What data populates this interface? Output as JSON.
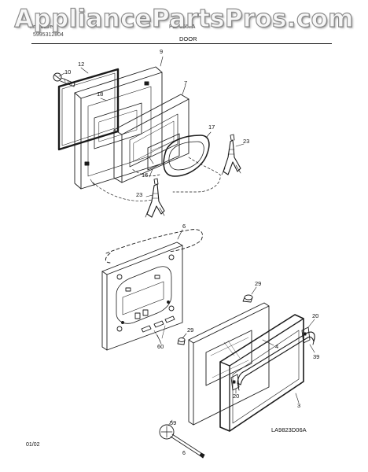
{
  "watermark": "AppliancePartsPros.com",
  "header": {
    "brand": "Frigidaire",
    "model": "FEF366FA",
    "publication": "5995312804",
    "section_title": "DOOR"
  },
  "callouts": {
    "p9": "9",
    "p12": "12",
    "p10": "10",
    "p18": "18",
    "p7": "7",
    "p17": "17",
    "p23a": "23",
    "p16": "16",
    "p23b": "23",
    "p6": "6",
    "p29a": "29",
    "p29b": "29",
    "p60": "60",
    "p4": "4",
    "p20a": "20",
    "p20b": "20",
    "p39": "39",
    "p3": "3",
    "p59": "59"
  },
  "footer": {
    "date": "01/02",
    "page": "6",
    "figure_code": "LA9823D06A"
  },
  "colors": {
    "line": "#1a1a1a",
    "watermark_outline": "#8c8c8c"
  }
}
